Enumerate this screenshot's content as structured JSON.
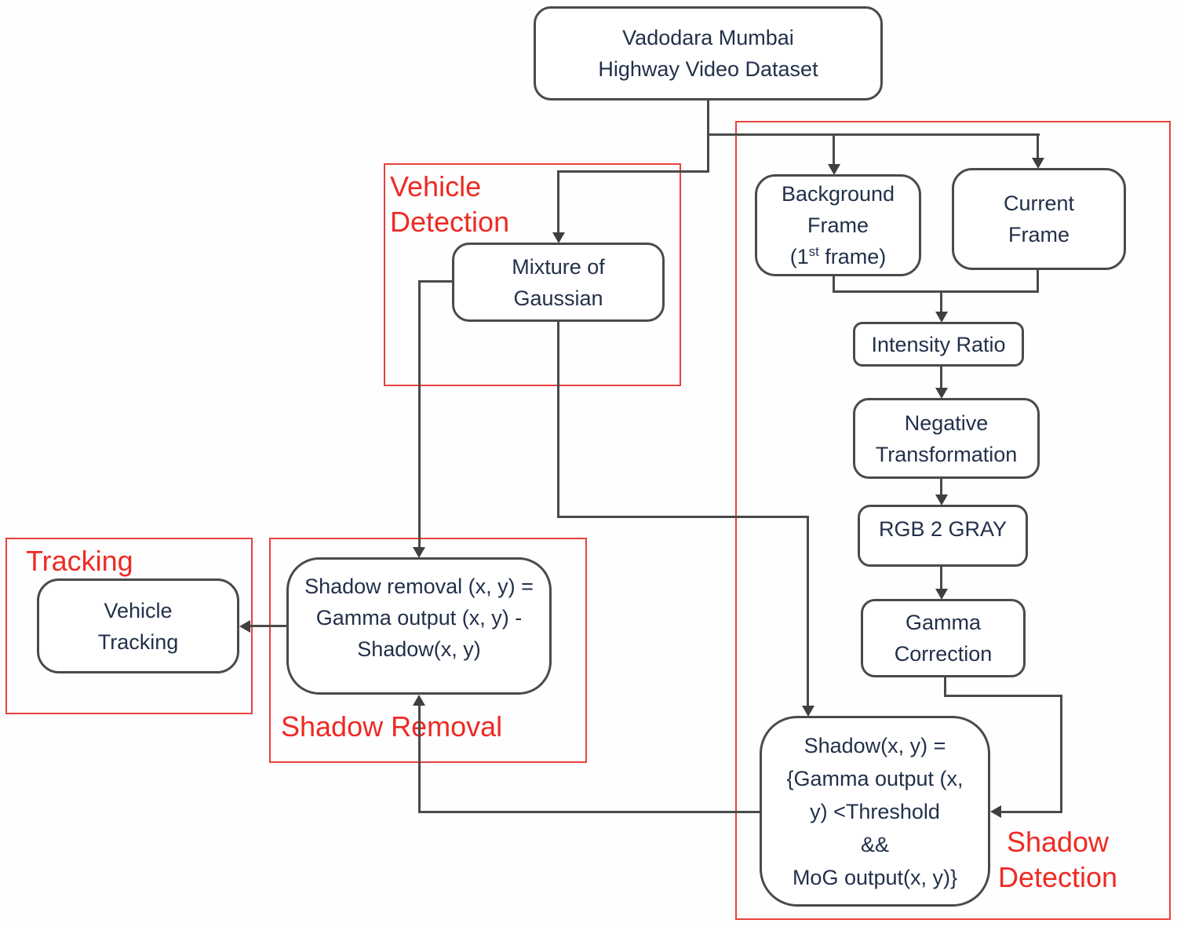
{
  "diagram": {
    "colors": {
      "region_red": "#e8423d",
      "label_red": "#ee2a24",
      "line_gray": "#4a4a4a",
      "node_text": "#22304a",
      "background": "#fefefe"
    },
    "nodes": {
      "dataset": {
        "label": "Vadodara Mumbai\nHighway Video Dataset"
      },
      "mog": {
        "label": "Mixture of\nGaussian"
      },
      "background_frame": {
        "line1": "Background\nFrame",
        "paren_open": "(1",
        "superscript": "st",
        "paren_close": " frame)"
      },
      "current_frame": {
        "label": "Current\nFrame"
      },
      "intensity_ratio": {
        "label": "Intensity Ratio"
      },
      "negative_transformation": {
        "label": "Negative\nTransformation"
      },
      "rgb2gray": {
        "label": "RGB 2 GRAY"
      },
      "gamma_correction": {
        "label": "Gamma\nCorrection"
      },
      "shadow_formula": {
        "label": "Shadow(x, y) =\n{Gamma output (x,\ny) <Threshold\n&&\nMoG output(x, y)}"
      },
      "shadow_removal_formula": {
        "label": "Shadow removal (x, y) =\nGamma output (x, y) -\nShadow(x, y)"
      },
      "vehicle_tracking": {
        "label": "Vehicle\nTracking"
      }
    },
    "regions": {
      "vehicle_detection": {
        "label": "Vehicle\nDetection"
      },
      "shadow_detection": {
        "label": "Shadow\nDetection"
      },
      "shadow_removal": {
        "label": "Shadow Removal"
      },
      "tracking": {
        "label": "Tracking"
      }
    }
  }
}
